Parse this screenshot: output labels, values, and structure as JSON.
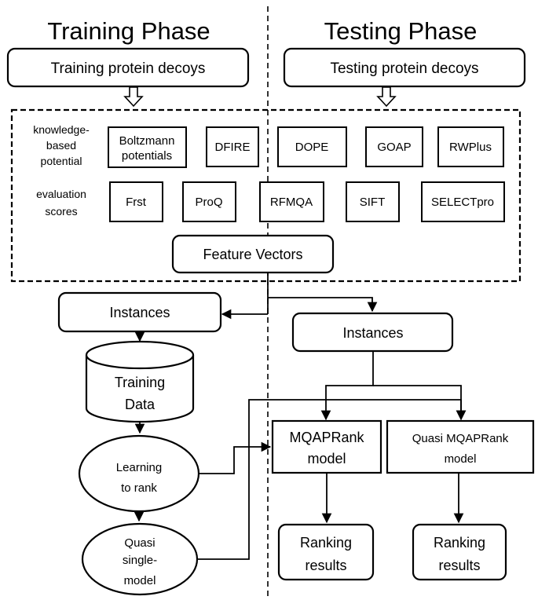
{
  "phases": {
    "training": "Training Phase",
    "testing": "Testing Phase"
  },
  "decoys": {
    "training": "Training protein decoys",
    "testing": "Testing protein decoys"
  },
  "groups": {
    "knowledge": [
      "knowledge-",
      "based",
      "potential"
    ],
    "evaluation": [
      "evaluation",
      "scores"
    ]
  },
  "features": {
    "boltzmann": [
      "Boltzmann",
      "potentials"
    ],
    "dfire": "DFIRE",
    "dope": "DOPE",
    "goap": "GOAP",
    "rwplus": "RWPlus",
    "frst": "Frst",
    "proq": "ProQ",
    "rfmqa": "RFMQA",
    "sift": "SIFT",
    "selectpro": "SELECTpro"
  },
  "feature_vectors": "Feature Vectors",
  "training": {
    "instances": "Instances",
    "data": [
      "Training",
      "Data"
    ],
    "learning": [
      "Learning",
      "to rank"
    ],
    "quasi": [
      "Quasi",
      "single-",
      "model"
    ]
  },
  "testing": {
    "instances": "Instances",
    "mqaprank": [
      "MQAPRank",
      "model"
    ],
    "quasi_mqaprank": [
      "Quasi MQAPRank",
      "model"
    ],
    "ranking_left": [
      "Ranking",
      "results"
    ],
    "ranking_right": [
      "Ranking",
      "results"
    ]
  }
}
